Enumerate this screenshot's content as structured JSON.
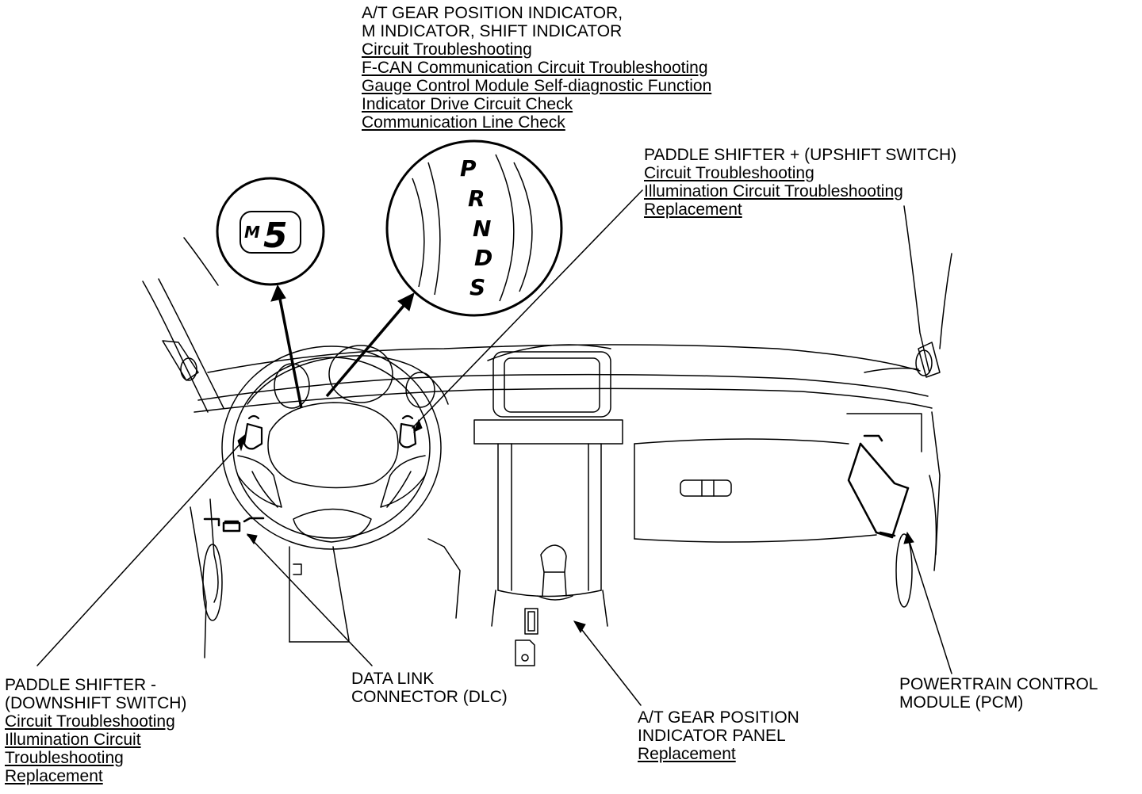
{
  "callouts": {
    "at_indicator": {
      "title_lines": [
        "A/T GEAR POSITION INDICATOR,",
        "M INDICATOR, SHIFT INDICATOR"
      ],
      "links": [
        "Circuit Troubleshooting",
        "F-CAN Communication Circuit Troubleshooting",
        "Gauge Control Module Self-diagnostic Function",
        "Indicator Drive Circuit Check",
        "Communication Line Check"
      ]
    },
    "upshift": {
      "title_lines": [
        "PADDLE SHIFTER  +  (UPSHIFT SWITCH)"
      ],
      "links": [
        "Circuit Troubleshooting",
        "Illumination Circuit Troubleshooting",
        "Replacement"
      ]
    },
    "downshift": {
      "title_lines": [
        "PADDLE SHIFTER  -",
        "(DOWNSHIFT SWITCH)"
      ],
      "links": [
        "Circuit Troubleshooting",
        "Illumination Circuit",
        "Troubleshooting",
        "Replacement"
      ]
    },
    "dlc": {
      "title_lines": [
        "DATA LINK",
        "CONNECTOR (DLC)"
      ],
      "links": []
    },
    "panel": {
      "title_lines": [
        "A/T GEAR POSITION",
        "INDICATOR PANEL"
      ],
      "links": [
        "Replacement"
      ]
    },
    "pcm": {
      "title_lines": [
        "POWERTRAIN CONTROL",
        "MODULE (PCM)"
      ],
      "links": []
    }
  },
  "m_indicator": {
    "letter": "M",
    "digit": "5"
  },
  "gear_positions": [
    "P",
    "R",
    "N",
    "D",
    "S"
  ],
  "colors": {
    "ink": "#000000",
    "paper": "#ffffff"
  }
}
